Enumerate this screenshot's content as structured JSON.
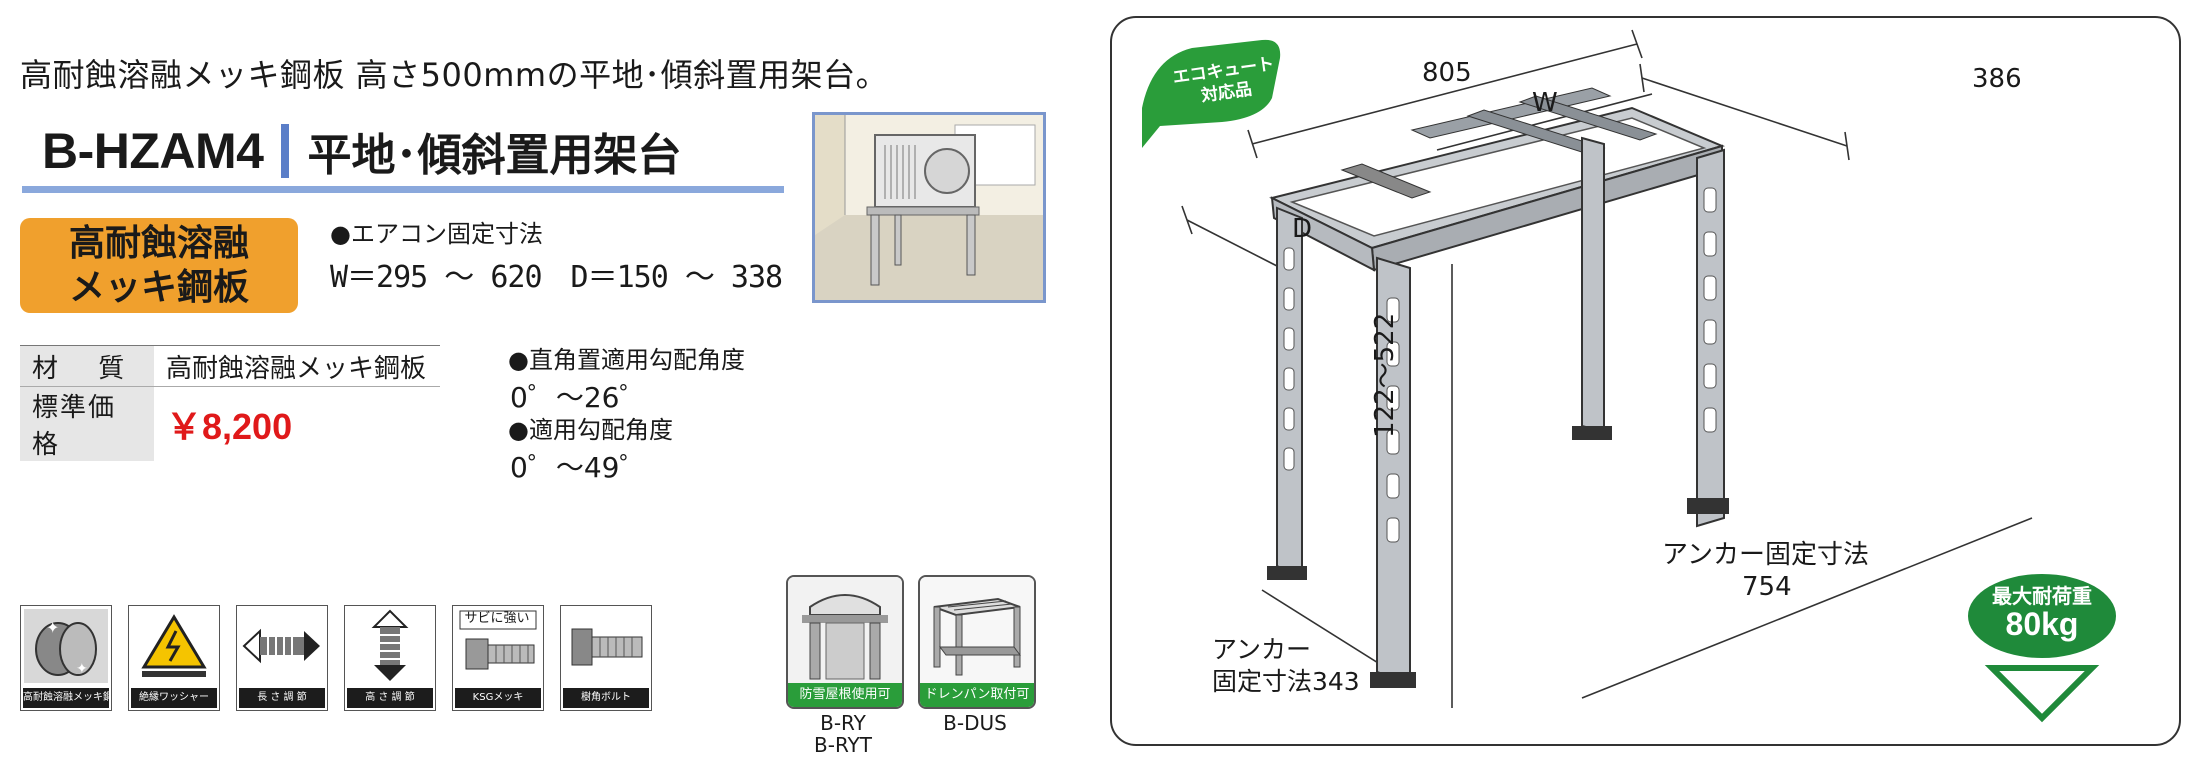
{
  "tagline": "高耐蝕溶融メッキ鋼板 高さ500mmの平地･傾斜置用架台。",
  "model": {
    "code": "B-HZAM4",
    "name": "平地･傾斜置用架台"
  },
  "badge": {
    "line1": "高耐蝕溶融",
    "line2": "メッキ鋼板"
  },
  "fixing": {
    "label": "●エアコン固定寸法",
    "value": "W＝295 ～ 620　D＝150 ～ 338"
  },
  "spec": {
    "material_key": "材　 質",
    "material_value": "高耐蝕溶融メッキ鋼板",
    "price_key": "標準価格",
    "price_value": "￥8,200"
  },
  "angles": {
    "right_angle_label": "●直角置適用勾配角度",
    "right_angle_value": "0゜～26゜",
    "applicable_label": "●適用勾配角度",
    "applicable_value": "0゜～49゜"
  },
  "features": [
    {
      "label": "高耐蝕溶融メッキ鋼板",
      "icon": "coating-icon"
    },
    {
      "label": "絶縁ワッシャー",
      "icon": "warning-washer-icon"
    },
    {
      "label": "長 さ 調 節",
      "icon": "length-adjust-icon"
    },
    {
      "label": "高 さ 調 節",
      "icon": "height-adjust-icon"
    },
    {
      "label": "KSGメッキ",
      "icon": "bolt-icon",
      "top_text": "サビに強い"
    },
    {
      "label": "樹角ボルト",
      "icon": "square-bolt-icon"
    }
  ],
  "options": [
    {
      "caption": "防雪屋根使用可",
      "model_line1": "B-RY",
      "model_line2": "B-RYT",
      "icon": "snow-roof-icon"
    },
    {
      "caption": "ドレンパン取付可",
      "model_line1": "B-DUS",
      "model_line2": "",
      "icon": "drain-pan-icon"
    }
  ],
  "diagram": {
    "eco_line1": "エコキュート",
    "eco_line2": "対応品",
    "dim_805": "805",
    "dim_386": "386",
    "dim_w": "W",
    "dim_d": "D",
    "dim_height": "122～522",
    "anchor_label": "アンカー固定寸法",
    "anchor_754": "754",
    "anchor_side_line1": "アンカー",
    "anchor_side_line2": "固定寸法343",
    "load_label": "最大耐荷重",
    "load_value": "80kg"
  },
  "colors": {
    "accent_blue": "#5a7ec8",
    "badge_orange": "#f0a02d",
    "price_red": "#e0191a",
    "eco_green": "#2a9d3a",
    "load_green": "#1f8a3a"
  }
}
